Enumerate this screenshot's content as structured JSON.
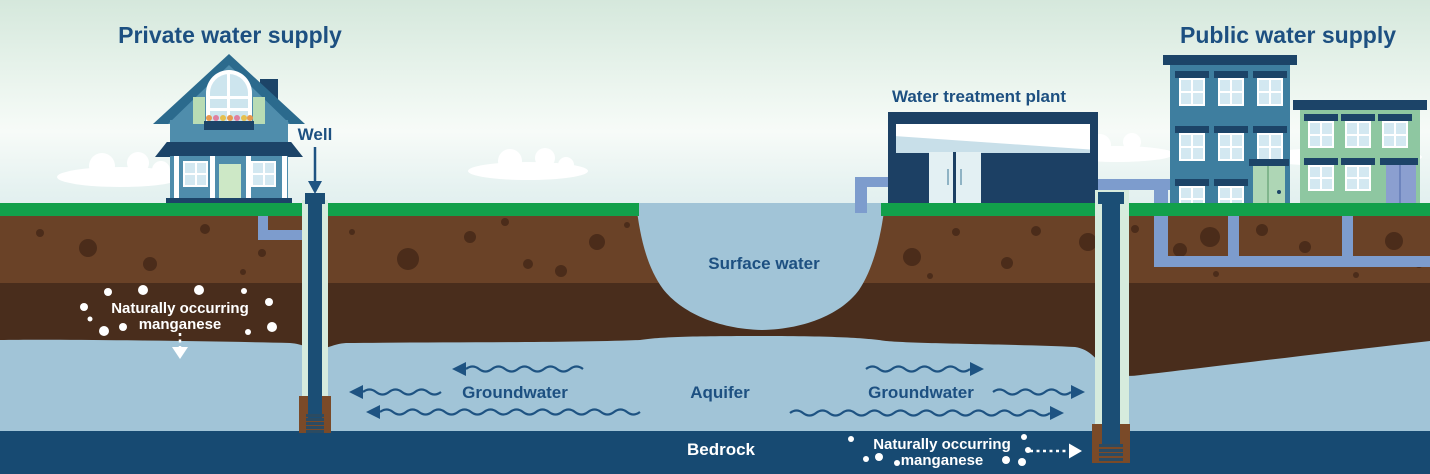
{
  "diagram": {
    "left_title": "Private water supply",
    "right_title": "Public water supply",
    "well_label": "Well",
    "plant_label": "Water treatment plant",
    "surface_water_label": "Surface water",
    "groundwater_left_label": "Groundwater",
    "groundwater_right_label": "Groundwater",
    "aquifer_label": "Aquifer",
    "bedrock_label": "Bedrock",
    "manganese_left": {
      "line1": "Naturally occurring",
      "line2": "manganese"
    },
    "manganese_right": {
      "line1": "Naturally occurring",
      "line2": "manganese"
    },
    "colors": {
      "label_text": "#1d5081",
      "grass": "#12a04b",
      "topsoil": "#6a4227",
      "subsoil": "#492d1c",
      "water": "#a1c4d7",
      "bedrock": "#174a72",
      "pipe": "#7d9ccd",
      "well_pipe": "#1b4e75",
      "well_screen_casing": "#7a4a28",
      "white": "#ffffff"
    }
  }
}
